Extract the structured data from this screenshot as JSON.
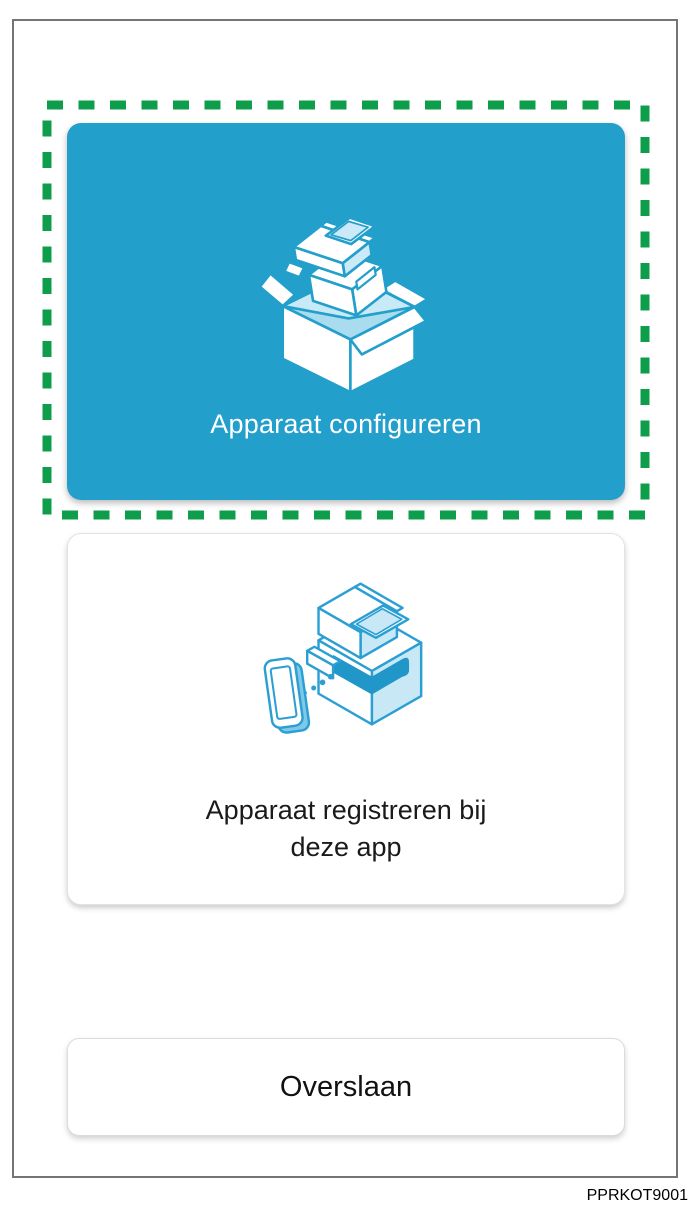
{
  "cards": {
    "configure": {
      "label": "Apparaat configureren",
      "icon": "printer-unboxing-illustration"
    },
    "register": {
      "label_line1": "Apparaat registreren bij",
      "label_line2": "deze app",
      "icon": "printer-phone-pairing-illustration"
    }
  },
  "buttons": {
    "skip": "Overslaan"
  },
  "footer": {
    "figure_code": "PPRKOT9001"
  },
  "annotation": {
    "type": "dashed-highlight-box",
    "target": "configure-device-card"
  },
  "colors": {
    "primary_blue": "#239FCB",
    "highlight_green": "#0E9D4A",
    "illustration_stroke_blue": "#2B9FD3",
    "illustration_light_blue": "#C8E8F6",
    "illustration_band_blue": "#2196C8"
  }
}
